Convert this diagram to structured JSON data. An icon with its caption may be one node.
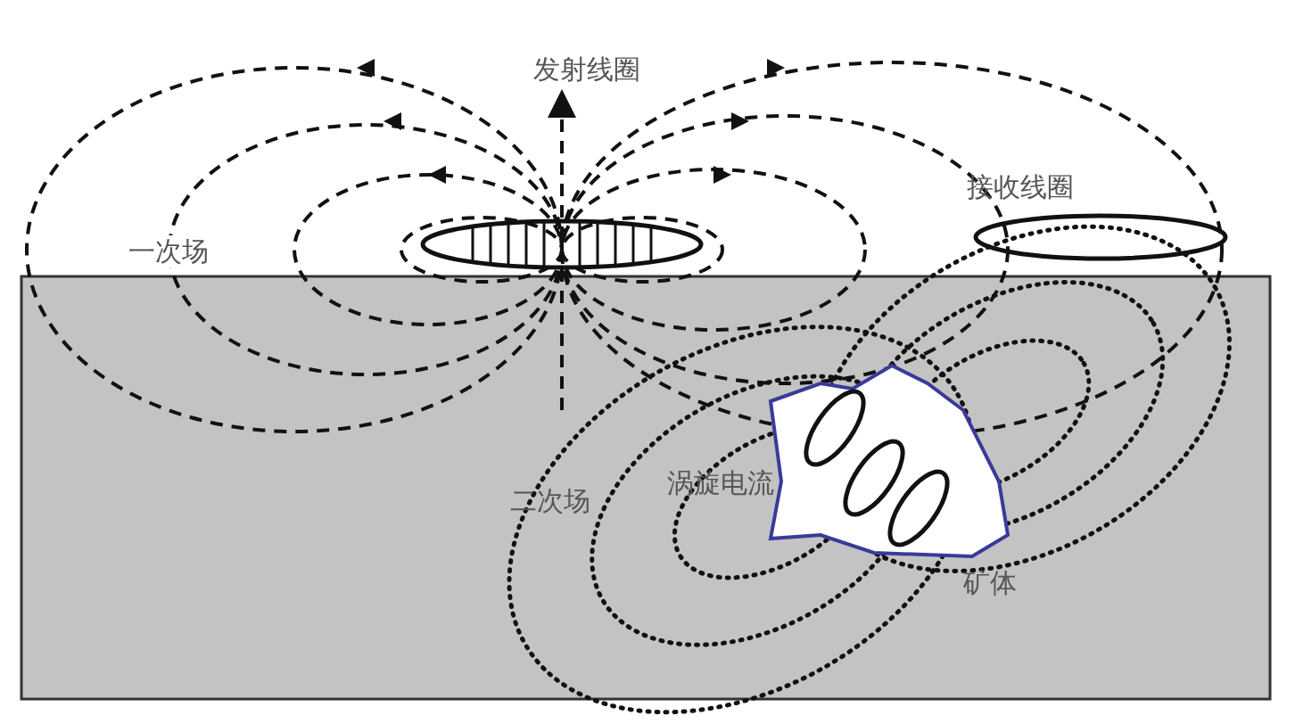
{
  "diagram": {
    "labels": [
      "发射线圈",
      "接收线圈",
      "一次场",
      "二次场",
      "涡旋电流",
      "矿体"
    ]
  }
}
